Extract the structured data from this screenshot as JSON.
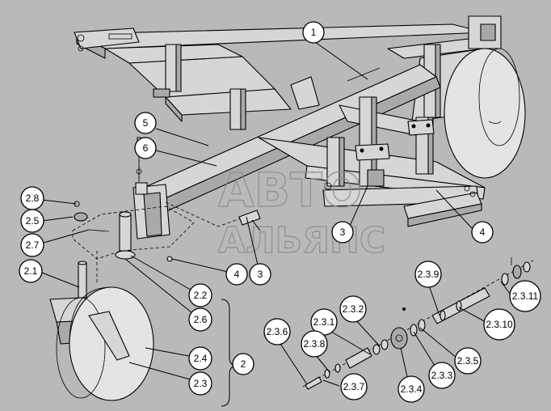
{
  "watermark": {
    "line1": "АВТО",
    "line2": "АЛЬЯНС"
  },
  "callouts": [
    {
      "id": "c-1",
      "label": "1"
    },
    {
      "id": "c-5",
      "label": "5"
    },
    {
      "id": "c-6",
      "label": "6"
    },
    {
      "id": "c-2-8",
      "label": "2.8"
    },
    {
      "id": "c-2-5",
      "label": "2.5"
    },
    {
      "id": "c-2-7",
      "label": "2.7"
    },
    {
      "id": "c-2-1",
      "label": "2.1"
    },
    {
      "id": "c-3-top",
      "label": "3"
    },
    {
      "id": "c-4-top",
      "label": "4"
    },
    {
      "id": "c-4-mid",
      "label": "4"
    },
    {
      "id": "c-3-mid",
      "label": "3"
    },
    {
      "id": "c-2-2",
      "label": "2.2"
    },
    {
      "id": "c-2-6",
      "label": "2.6"
    },
    {
      "id": "c-2-4",
      "label": "2.4"
    },
    {
      "id": "c-2-3",
      "label": "2.3"
    },
    {
      "id": "c-2",
      "label": "2"
    },
    {
      "id": "c-2-3-9",
      "label": "2.3.9"
    },
    {
      "id": "c-2-3-11",
      "label": "2.3.11"
    },
    {
      "id": "c-2-3-10",
      "label": "2.3.10"
    },
    {
      "id": "c-2-3-2",
      "label": "2.3.2"
    },
    {
      "id": "c-2-3-1",
      "label": "2.3.1"
    },
    {
      "id": "c-2-3-6",
      "label": "2.3.6"
    },
    {
      "id": "c-2-3-8",
      "label": "2.3.8"
    },
    {
      "id": "c-2-3-5",
      "label": "2.3.5"
    },
    {
      "id": "c-2-3-3",
      "label": "2.3.3"
    },
    {
      "id": "c-2-3-7",
      "label": "2.3.7"
    },
    {
      "id": "c-2-3-4",
      "label": "2.3.4"
    }
  ]
}
